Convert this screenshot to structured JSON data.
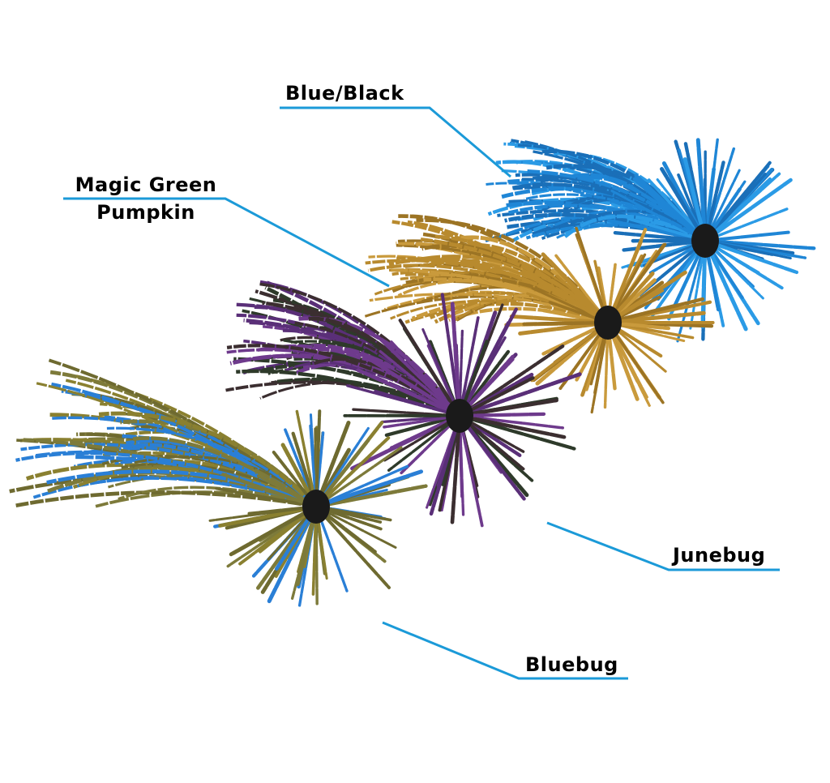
{
  "labels": {
    "blue_black": "Blue/Black",
    "magic_green_pumpkin_line1": "Magic Green",
    "magic_green_pumpkin_line2": "Pumpkin",
    "junebug": "Junebug",
    "bluebug": "Bluebug"
  },
  "colors": {
    "leader_line": "#1b9ad8",
    "blue_black": [
      "#1f86d6",
      "#2b9be6",
      "#1a6fb8"
    ],
    "magic_green_pumpkin": [
      "#b88a2e",
      "#c99a3c",
      "#9c7424"
    ],
    "junebug": [
      "#5a2f78",
      "#3b2e30",
      "#6e3a8c",
      "#2e3a2a"
    ],
    "bluebug": [
      "#6e6a30",
      "#7d7a3a",
      "#2a7fd6",
      "#8a8030"
    ],
    "head": "#1a1a1a"
  }
}
